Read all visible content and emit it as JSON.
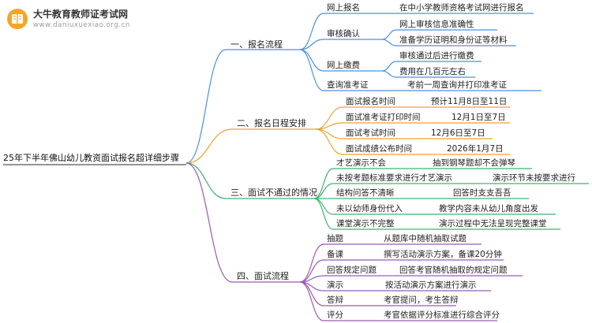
{
  "logo": {
    "title": "大牛教育教师证考试网",
    "subtitle": "www.daniuxuexiao.org.cn"
  },
  "root": "25年下半年佛山幼儿教资面试报名超详细步骤",
  "branches": [
    {
      "label": "一、报名流程",
      "color": "#4a90e2",
      "rows": [
        {
          "label": "网上报名",
          "detail": "在中小学教师资格考试网进行报名"
        },
        {
          "label": "审核确认",
          "details": [
            "网上审核信息准确性",
            "准备学历证明和身份证等材料"
          ]
        },
        {
          "label": "网上缴费",
          "details": [
            "审核通过后进行缴费",
            "费用在几百元左右"
          ]
        },
        {
          "label": "查询准考证",
          "detail": "考前一周查询并打印准考证"
        }
      ]
    },
    {
      "label": "二、报名日程安排",
      "color": "#f0a030",
      "rows": [
        {
          "label": "面试报名时间",
          "detail": "预计11月8日至11日"
        },
        {
          "label": "面试准考证打印时间",
          "detail": "12月1日至7日"
        },
        {
          "label": "面试考试时间",
          "detail": "12月6日至7日"
        },
        {
          "label": "面试成绩公布时间",
          "detail": "2026年1月7日"
        }
      ]
    },
    {
      "label": "三、面试不通过的情况",
      "color": "#3cb371",
      "rows": [
        {
          "label": "才艺演示不会",
          "detail": "抽到钢琴题却不会弹琴"
        },
        {
          "label": "未按考题标准要求进行才艺演示",
          "detail": "演示环节未按要求进行"
        },
        {
          "label": "结构问答不清晰",
          "detail": "回答时支支吾吾"
        },
        {
          "label": "未以幼师身份代入",
          "detail": "教学内容未从幼儿角度出发"
        },
        {
          "label": "课堂演示不完整",
          "detail": "演示过程中无法呈现完整课堂"
        }
      ]
    },
    {
      "label": "四、面试流程",
      "color": "#9b59b6",
      "rows": [
        {
          "label": "抽题",
          "detail": "从题库中随机抽取试题"
        },
        {
          "label": "备课",
          "detail": "撰写活动演示方案，备课20分钟"
        },
        {
          "label": "回答规定问题",
          "detail": "回答考官随机抽取的规定问题"
        },
        {
          "label": "演示",
          "detail": "按活动演示方案进行演示"
        },
        {
          "label": "答辩",
          "detail": "考官提问，考生答辩"
        },
        {
          "label": "评分",
          "detail": "考官依据评分标准进行综合评分"
        }
      ]
    }
  ]
}
